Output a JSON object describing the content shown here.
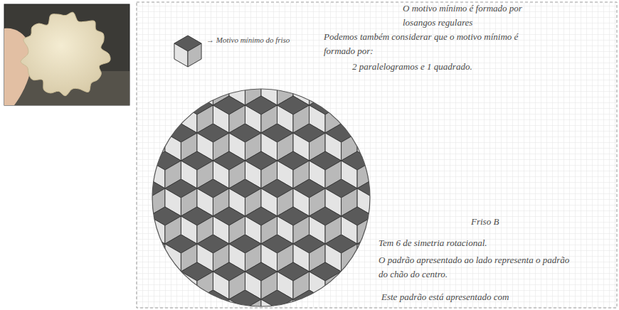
{
  "diagram": {
    "labels": [
      "O motivo mínimo é formado por losangos regulares",
      "→ Motivo mínimo do friso",
      "Podemos também considerar que o motivo mínimo é formado por:",
      "2 paralelogramos e 1 quadrado.",
      "Friso B",
      "Tem 6 de simetria rotacional.",
      "O padrão apresentado ao lado representa o padrão do chão do centro.",
      "Este padrão está apresentado com"
    ]
  }
}
